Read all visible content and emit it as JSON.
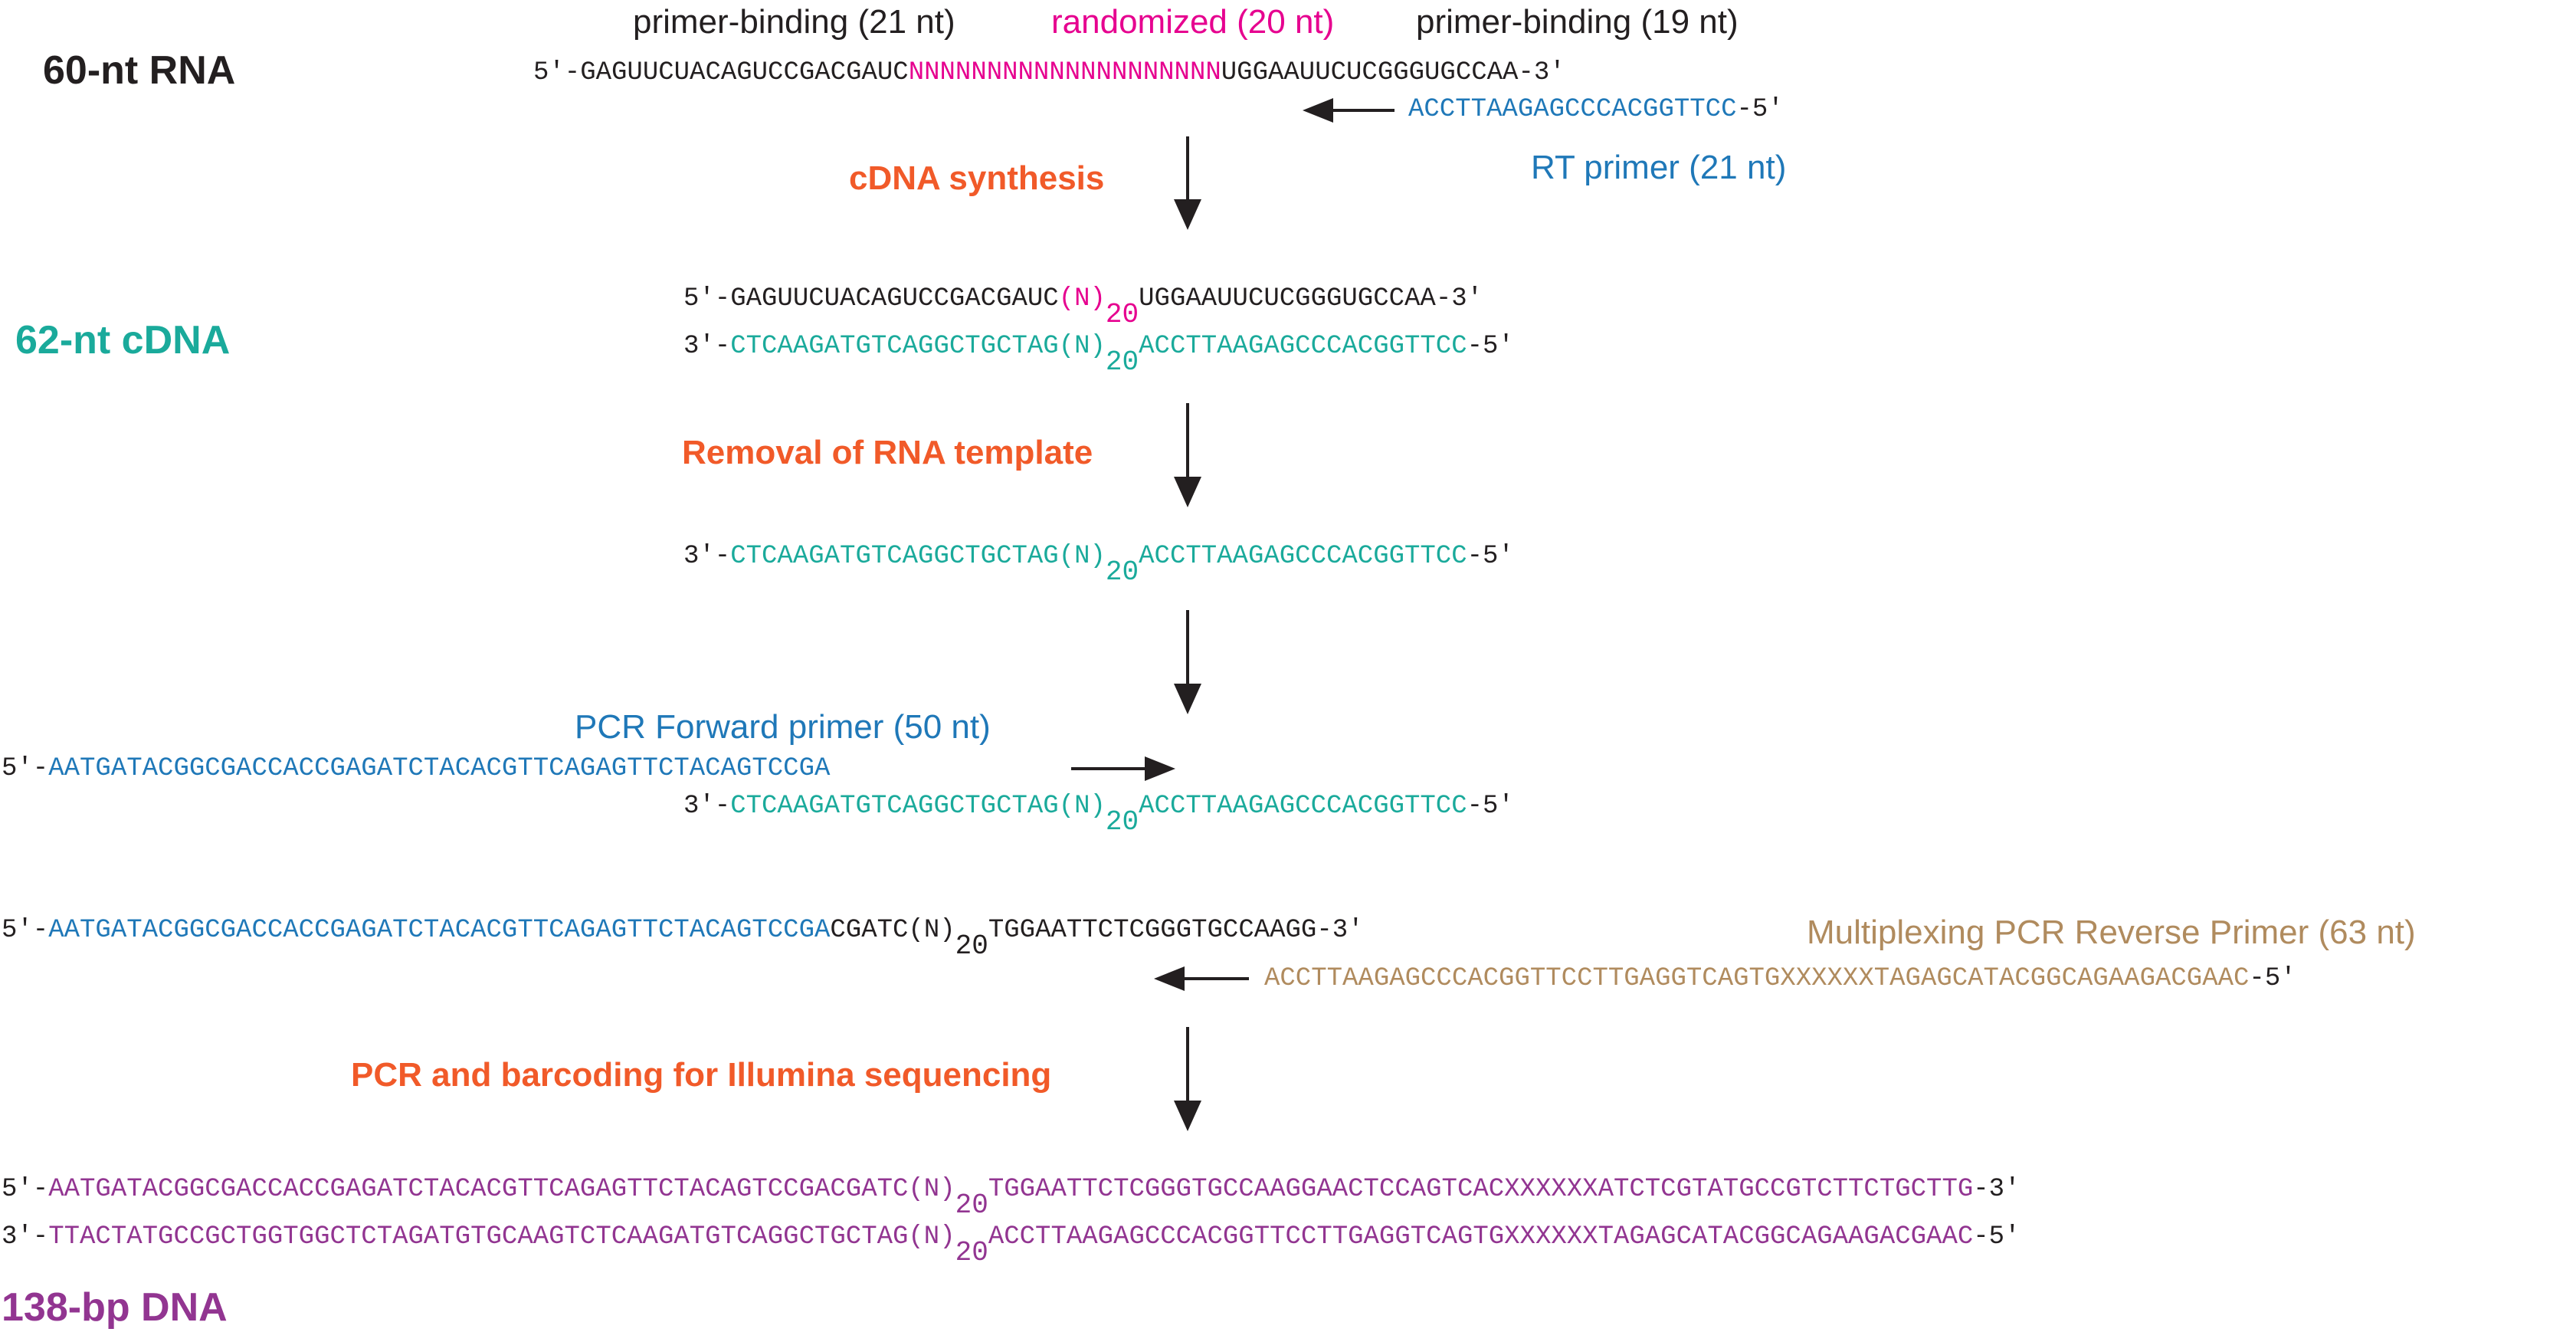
{
  "colors": {
    "black": "#231f20",
    "magenta": "#e6008f",
    "teal": "#1aaa9b",
    "blue": "#1f78b8",
    "orange": "#f15a29",
    "tan": "#b08b5e",
    "purple": "#923591"
  },
  "rna": {
    "label": "60-nt RNA",
    "region_left": "primer-binding (21 nt)",
    "region_mid": "randomized (20 nt)",
    "region_right": "primer-binding (19 nt)",
    "seq_prefix": "5'-",
    "seq_left": "GAGUUCUACAGUCCGACGAUC",
    "seq_random": "NNNNNNNNNNNNNNNNNNNN",
    "seq_right": "UGGAAUUCUCGGGUGCCAA",
    "seq_suffix": "-3'",
    "rt_primer_seq": "ACCTTAAGAGCCCACGGTTCC",
    "rt_primer_suffix": "-5'",
    "rt_primer_label": "RT primer (21 nt)"
  },
  "step1": {
    "label": "cDNA synthesis"
  },
  "cdna": {
    "label": "62-nt cDNA",
    "top_prefix": "5'-",
    "top_left": "GAGUUCUACAGUCCGACGAUC",
    "top_n": "(N)",
    "top_sub": "20",
    "top_right": "UGGAAUUCUCGGGUGCCAA",
    "top_suffix": "-3'",
    "bot_prefix": "3'-",
    "bot_left": "CTCAAGATGTCAGGCTGCTAG",
    "bot_n": "(N)",
    "bot_sub": "20",
    "bot_right": "ACCTTAAGAGCCCACGGTTCC",
    "bot_suffix": "-5'"
  },
  "step2": {
    "label": "Removal of RNA template"
  },
  "single": {
    "prefix": "3'-",
    "left": "CTCAAGATGTCAGGCTGCTAG",
    "n": "(N)",
    "sub": "20",
    "right": "ACCTTAAGAGCCCACGGTTCC",
    "suffix": "-5'"
  },
  "pcr_fwd": {
    "label": "PCR Forward primer (50 nt)",
    "prefix": "5'-",
    "seq": "AATGATACGGCGACCACCGAGATCTACACGTTCAGAGTTCTACAGTCCGA",
    "tmpl_prefix": "3'-",
    "tmpl_left": "CTCAAGATGTCAGGCTGCTAG",
    "tmpl_n": "(N)",
    "tmpl_sub": "20",
    "tmpl_right": "ACCTTAAGAGCCCACGGTTCC",
    "tmpl_suffix": "-5'"
  },
  "pcr_rev": {
    "prefix": "5'-",
    "seq_blue": "AATGATACGGCGACCACCGAGATCTACACGTTCAGAGTTCTACAGTCCGA",
    "seq_black": "CGATC",
    "n": "(N)",
    "sub": "20",
    "seq_right": "TGGAATTCTCGGGTGCCAAGG",
    "suffix": "-3'",
    "rev_label": "Multiplexing PCR Reverse Primer (63 nt)",
    "rev_seq": "ACCTTAAGAGCCCACGGTTCCTTGAGGTCAGTGXXXXXXTAGAGCATACGGCAGAAGACGAAC",
    "rev_suffix": "-5'"
  },
  "step3": {
    "label": "PCR and barcoding for Illumina sequencing"
  },
  "final": {
    "label": "138-bp DNA",
    "top_prefix": "5'-",
    "top_left": "AATGATACGGCGACCACCGAGATCTACACGTTCAGAGTTCTACAGTCCGACGATC",
    "top_n": "(N)",
    "top_sub": "20",
    "top_right": "TGGAATTCTCGGGTGCCAAGGAACTCCAGTCACXXXXXXATCTCGTATGCCGTCTTCTGCTTG",
    "top_suffix": "-3'",
    "bot_prefix": "3'-",
    "bot_left": "TTACTATGCCGCTGGTGGCTCTAGATGTGCAAGTCTCAAGATGTCAGGCTGCTAG",
    "bot_n": "(N)",
    "bot_sub": "20",
    "bot_right": "ACCTTAAGAGCCCACGGTTCCTTGAGGTCAGTGXXXXXXTAGAGCATACGGCAGAAGACGAAC",
    "bot_suffix": "-5'"
  }
}
